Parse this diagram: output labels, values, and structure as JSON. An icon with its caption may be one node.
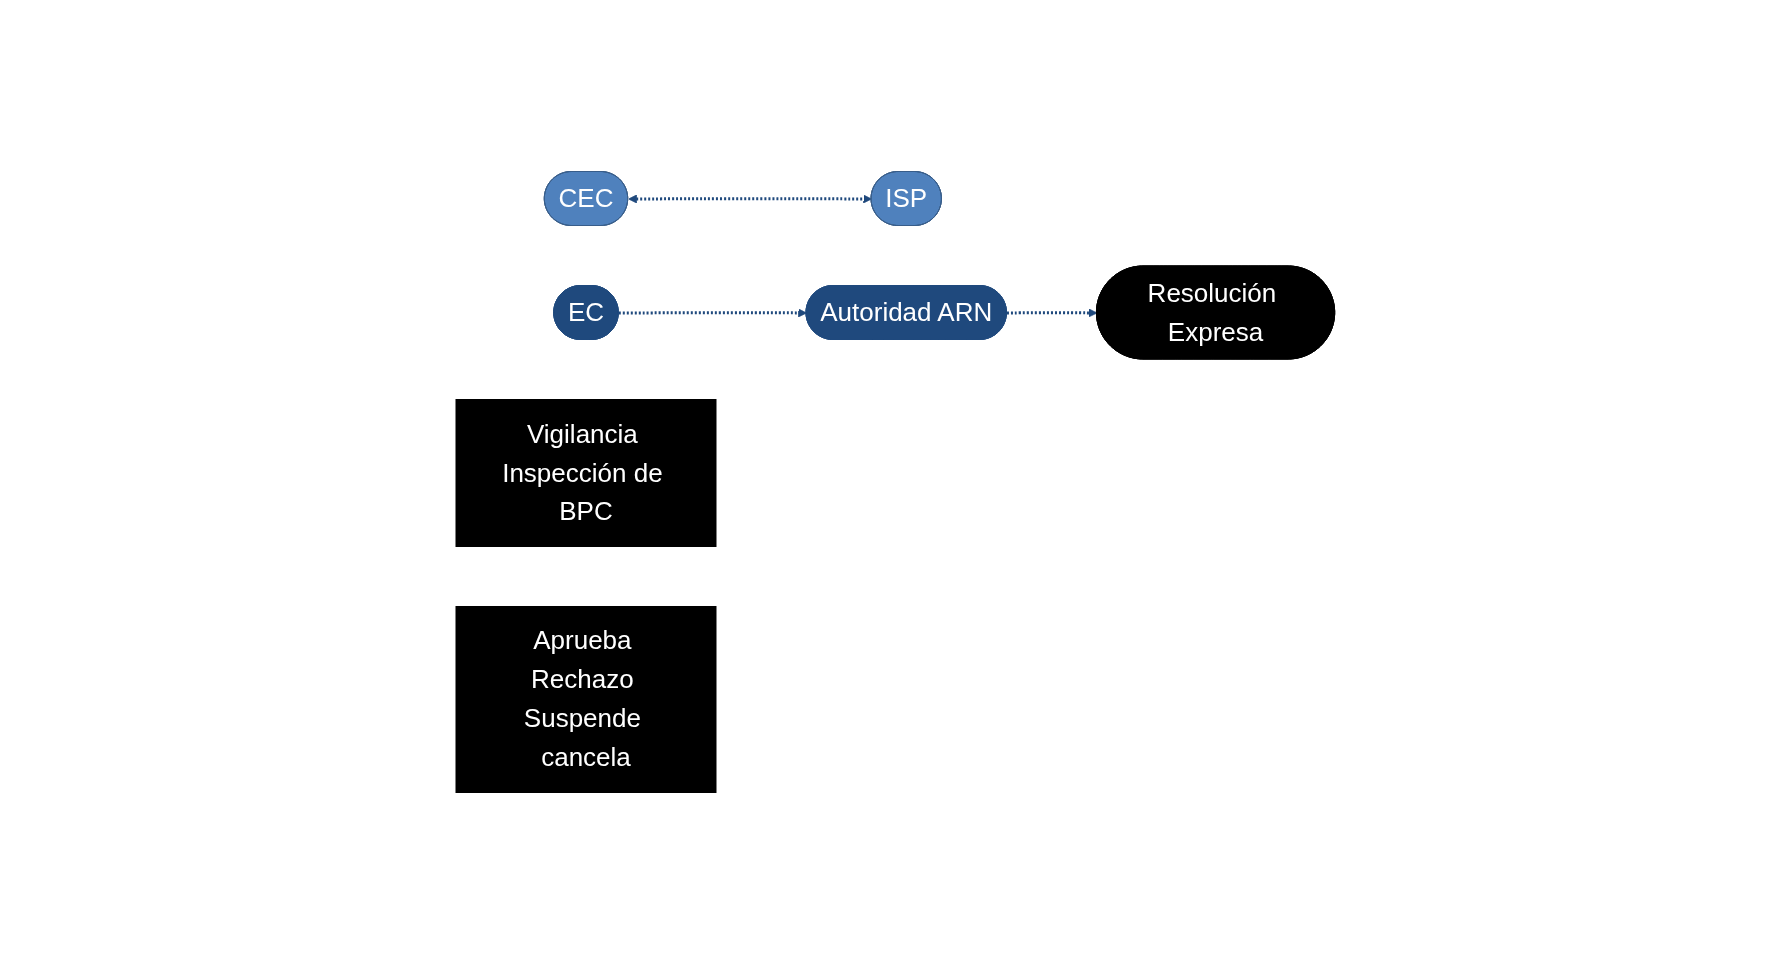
{
  "diagram": {
    "nodes": [
      {
        "text": [
          "CEC"
        ]
      },
      {
        "text": [
          "EC"
        ]
      },
      {
        "text": [
          "ISP"
        ]
      },
      {
        "text": [
          "Autoridad ARN"
        ]
      },
      {
        "text": [
          "Resolución Expresa"
        ]
      },
      {
        "text": [
          "Vigilancia Inspección de BPC"
        ]
      },
      {
        "text": [
          "Aprueba Rechazo Suspende cancela"
        ]
      }
    ],
    "edges": [
      {
        "from": 0,
        "to": 2,
        "arrow": "both",
        "style": "dashed"
      },
      {
        "from": 1,
        "to": 3,
        "arrow": "to",
        "style": "dashed"
      },
      {
        "from": 3,
        "to": 4,
        "arrow": "to",
        "style": "dashed"
      }
    ]
  }
}
